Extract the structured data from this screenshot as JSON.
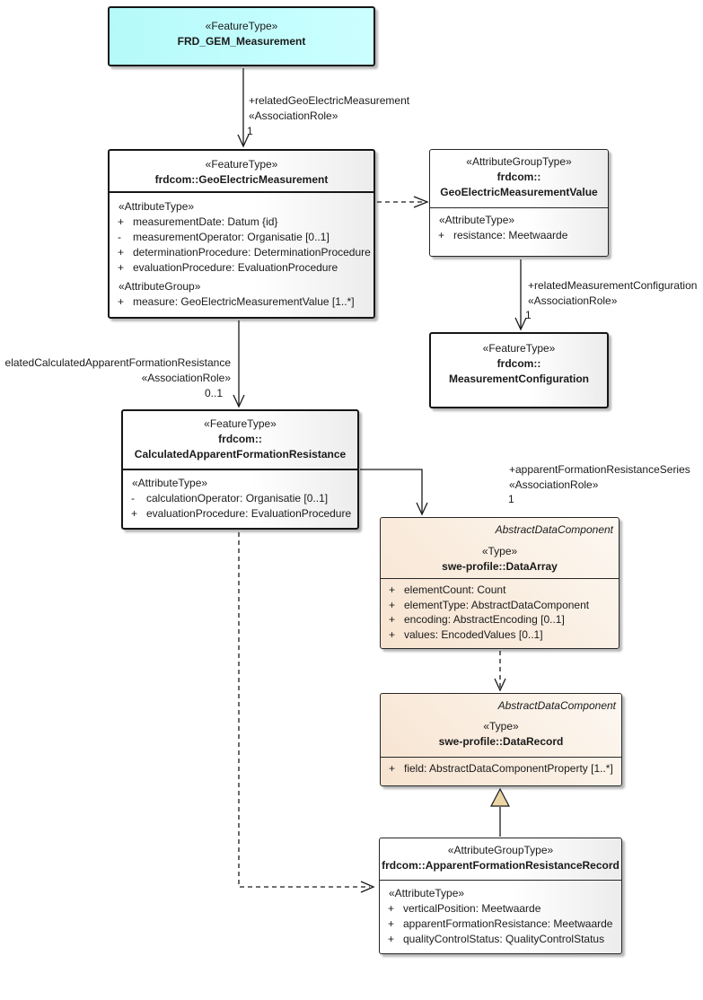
{
  "colors": {
    "cyan_fill": "#b5fafa",
    "cyan_fill_light": "#ccffff",
    "peach_fill": "#f7e3cf",
    "peach_fill_light": "#fdf8f2",
    "triangle_fill": "#ecd5a4",
    "line_color": "#1a1a1a"
  },
  "boxes": {
    "frd_gem_measurement": {
      "stereotype": "«FeatureType»",
      "name": "FRD_GEM_Measurement"
    },
    "geo_electric_measurement": {
      "stereotype": "«FeatureType»",
      "name": "frdcom::GeoElectricMeasurement",
      "attr_type_label": "«AttributeType»",
      "attributes": [
        {
          "visibility": "+",
          "text": "measurementDate: Datum {id}"
        },
        {
          "visibility": "-",
          "text": "measurementOperator: Organisatie [0..1]"
        },
        {
          "visibility": "+",
          "text": "determinationProcedure: DeterminationProcedure"
        },
        {
          "visibility": "+",
          "text": "evaluationProcedure: EvaluationProcedure"
        }
      ],
      "attr_group_label": "«AttributeGroup»",
      "group_attributes": [
        {
          "visibility": "+",
          "text": "measure: GeoElectricMeasurementValue [1..*]"
        }
      ]
    },
    "geo_electric_measurement_value": {
      "stereotype": "«AttributeGroupType»",
      "name_line1": "frdcom::",
      "name_line2": "GeoElectricMeasurementValue",
      "attr_type_label": "«AttributeType»",
      "attributes": [
        {
          "visibility": "+",
          "text": "resistance: Meetwaarde"
        }
      ]
    },
    "measurement_configuration": {
      "stereotype": "«FeatureType»",
      "name_line1": "frdcom::",
      "name_line2": "MeasurementConfiguration"
    },
    "calculated_apparent_formation_resistance": {
      "stereotype": "«FeatureType»",
      "name_line1": "frdcom::",
      "name_line2": "CalculatedApparentFormationResistance",
      "attr_type_label": "«AttributeType»",
      "attributes": [
        {
          "visibility": "-",
          "text": "calculationOperator: Organisatie [0..1]"
        },
        {
          "visibility": "+",
          "text": "evaluationProcedure: EvaluationProcedure"
        }
      ]
    },
    "data_array": {
      "parent": "AbstractDataComponent",
      "stereotype": "«Type»",
      "name": "swe-profile::DataArray",
      "attributes": [
        {
          "visibility": "+",
          "text": "elementCount: Count"
        },
        {
          "visibility": "+",
          "text": "elementType: AbstractDataComponent"
        },
        {
          "visibility": "+",
          "text": "encoding: AbstractEncoding [0..1]"
        },
        {
          "visibility": "+",
          "text": "values: EncodedValues [0..1]"
        }
      ]
    },
    "data_record": {
      "parent": "AbstractDataComponent",
      "stereotype": "«Type»",
      "name": "swe-profile::DataRecord",
      "attributes": [
        {
          "visibility": "+",
          "text": "field: AbstractDataComponentProperty [1..*]"
        }
      ]
    },
    "apparent_formation_resistance_record": {
      "stereotype": "«AttributeGroupType»",
      "name": "frdcom::ApparentFormationResistanceRecord",
      "attr_type_label": "«AttributeType»",
      "attributes": [
        {
          "visibility": "+",
          "text": "verticalPosition: Meetwaarde"
        },
        {
          "visibility": "+",
          "text": "apparentFormationResistance: Meetwaarde"
        },
        {
          "visibility": "+",
          "text": "qualityControlStatus: QualityControlStatus"
        }
      ]
    }
  },
  "connector_labels": {
    "related_geo_electric_measurement": {
      "role": "+relatedGeoElectricMeasurement",
      "stereotype": "«AssociationRole»",
      "multiplicity": "1"
    },
    "related_measurement_configuration": {
      "role": "+relatedMeasurementConfiguration",
      "stereotype": "«AssociationRole»",
      "multiplicity": "1"
    },
    "related_calculated_apparent_formation_resistance": {
      "role": "elatedCalculatedApparentFormationResistance",
      "stereotype": "«AssociationRole»",
      "multiplicity": "0..1"
    },
    "apparent_formation_resistance_series": {
      "role": "+apparentFormationResistanceSeries",
      "stereotype": "«AssociationRole»",
      "multiplicity": "1"
    }
  }
}
